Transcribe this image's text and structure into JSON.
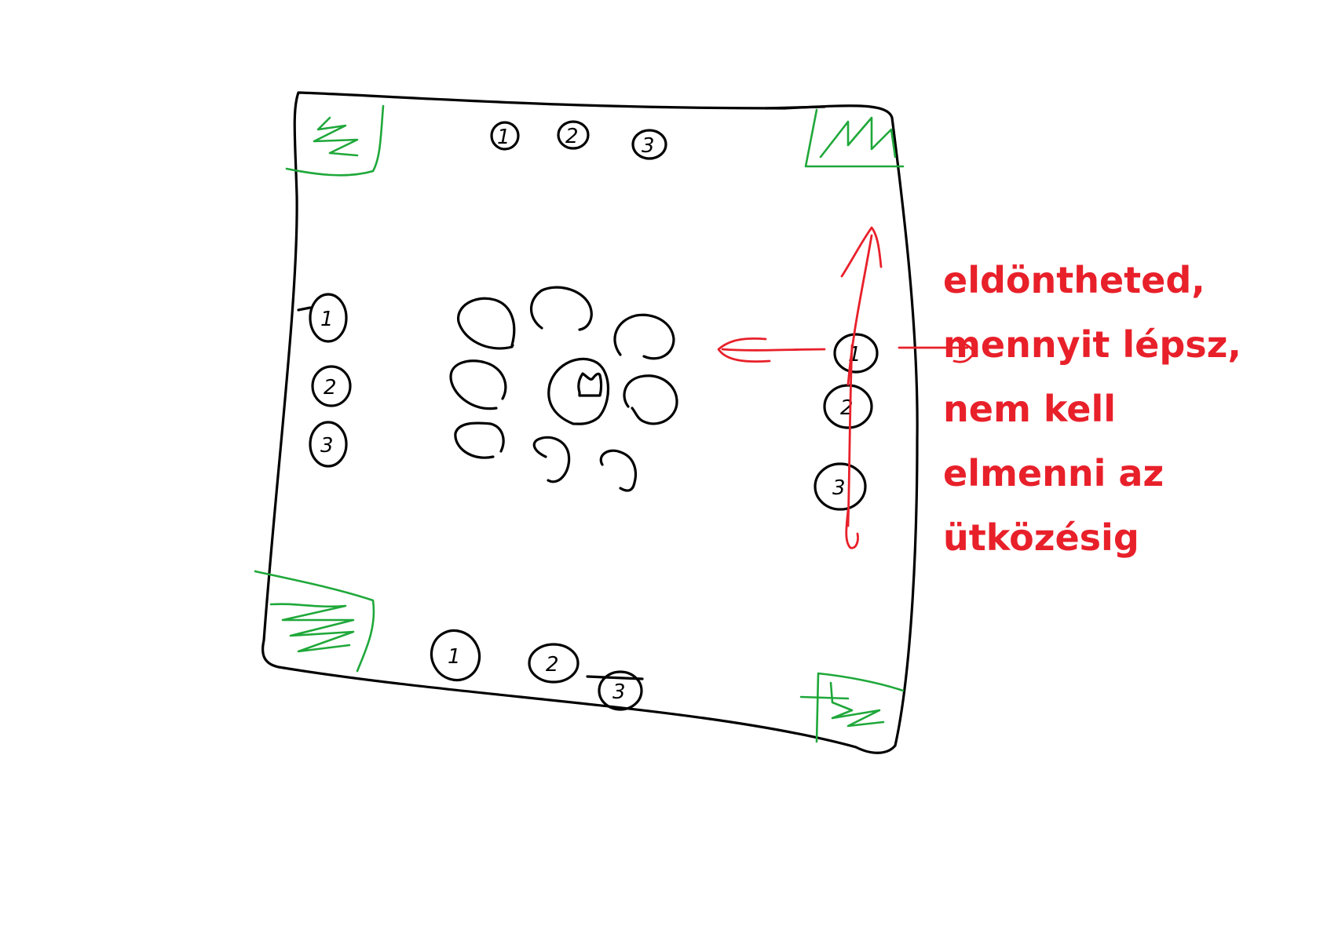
{
  "colors": {
    "board": "#000000",
    "corner": "#1fa83a",
    "annotation": "#e8202a"
  },
  "annotation": {
    "lines": [
      "eldöntheted,",
      "mennyit lépsz,",
      "nem kell",
      "elmenni az",
      "ütközésig"
    ]
  },
  "pieces": {
    "top": [
      "1",
      "2",
      "3"
    ],
    "left": [
      "1",
      "2",
      "3"
    ],
    "right": [
      "1",
      "2",
      "3"
    ],
    "bottom": [
      "1",
      "2",
      "3"
    ],
    "center": "M"
  }
}
